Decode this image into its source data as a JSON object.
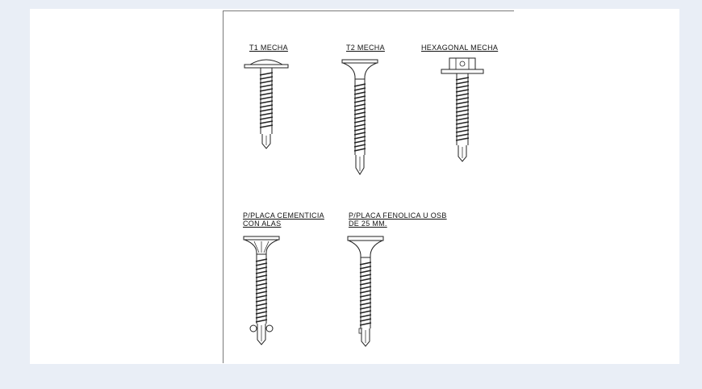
{
  "screws": [
    {
      "id": "t1",
      "label": "T1 MECHA",
      "head": "pan"
    },
    {
      "id": "t2",
      "label": "T2 MECHA",
      "head": "bugle"
    },
    {
      "id": "hex",
      "label": "HEXAGONAL MECHA",
      "head": "hex"
    },
    {
      "id": "cementicia",
      "label_line1": "P/PLACA CEMENTICIA",
      "label_line2": "CON ALAS",
      "head": "bugle-ribbed",
      "tip": "winged"
    },
    {
      "id": "fenolica",
      "label_line1": "P/PLACA FENOLICA U OSB",
      "label_line2": "DE 25 MM.",
      "head": "bugle"
    }
  ]
}
